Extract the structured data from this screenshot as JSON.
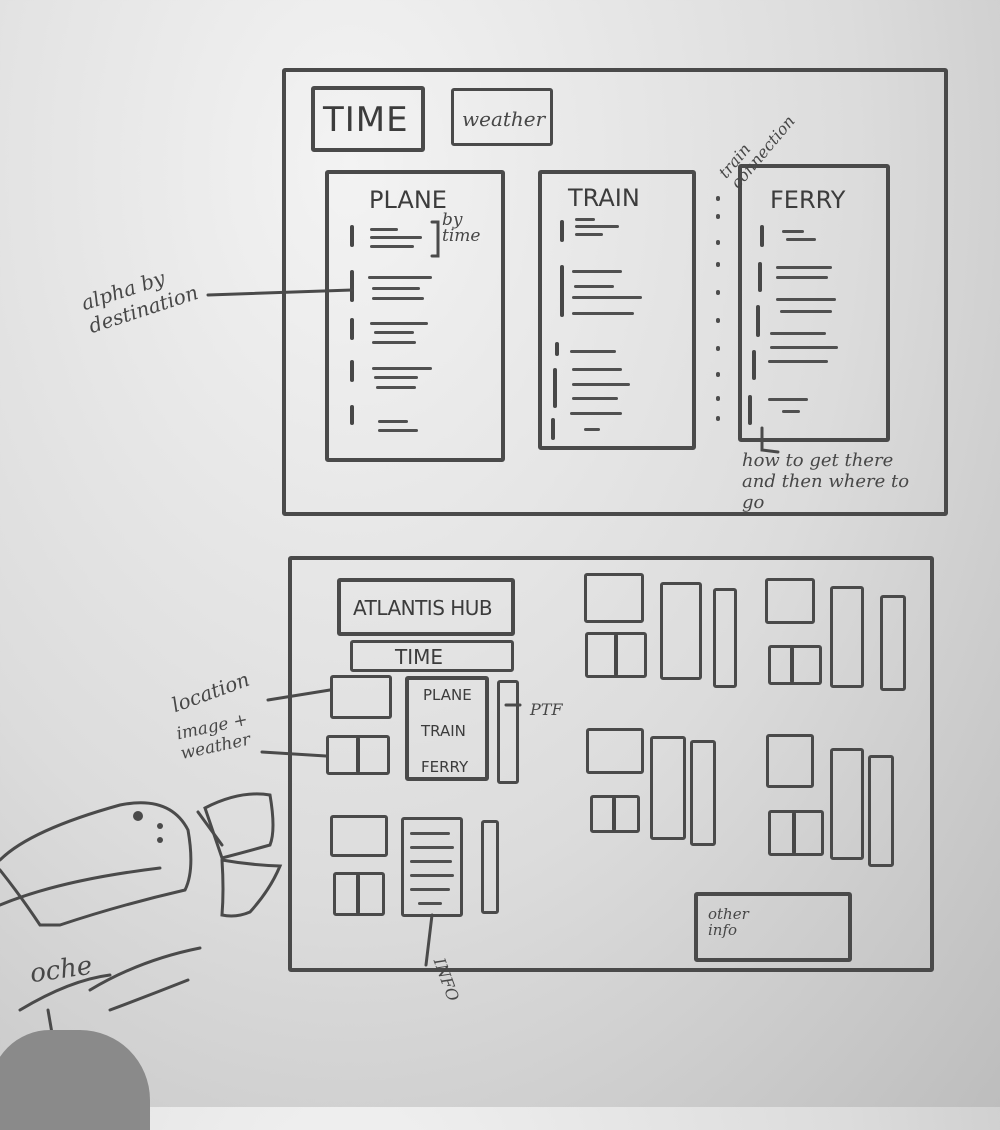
{
  "sketch1": {
    "time_label": "TIME",
    "weather_label": "weather",
    "columns": [
      "PLANE",
      "TRAIN",
      "FERRY"
    ],
    "annotations": {
      "by_time": "by time",
      "alpha": "alpha by destination",
      "train_connection": "train connection",
      "how_to": "how to get there and then where to go"
    }
  },
  "sketch2": {
    "title": "ATLANTIS HUB",
    "time_label": "TIME",
    "menu": [
      "PLANE",
      "TRAIN",
      "FERRY"
    ],
    "ptf": "PTF",
    "other_info": "other info",
    "annotations": {
      "location": "location",
      "image_weather": "image + weather",
      "info": "INFO"
    }
  },
  "doodle": {
    "text": "oche"
  }
}
